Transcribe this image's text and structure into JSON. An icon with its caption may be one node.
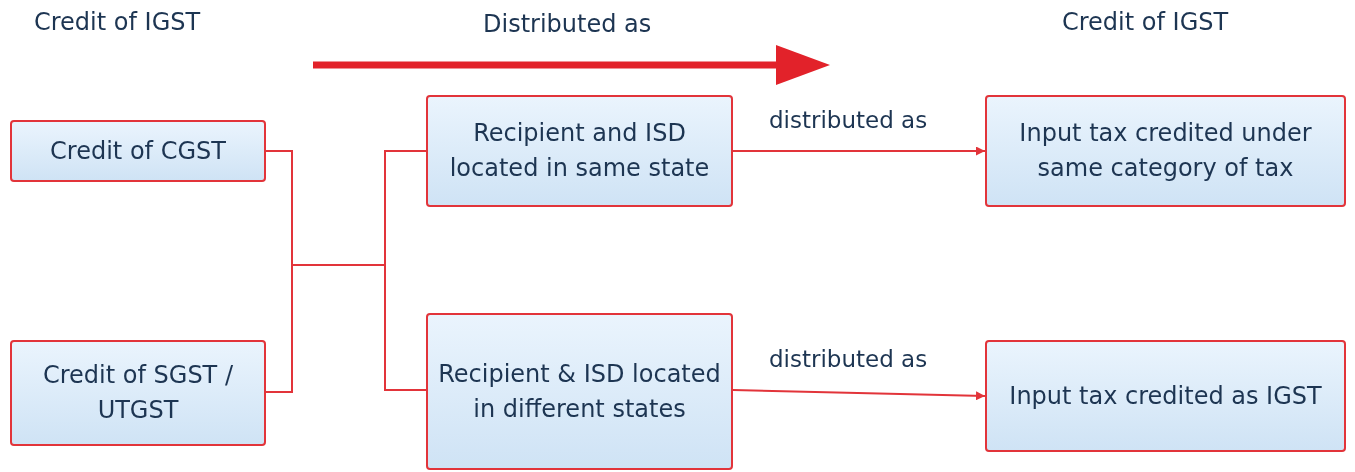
{
  "diagram": {
    "nodes": [
      {
        "text": [
          "Credit of CGST"
        ]
      },
      {
        "text": [
          "Credit of SGST / UTGST"
        ]
      },
      {
        "text": [
          "Recipient and ISD located in same state"
        ]
      },
      {
        "text": [
          "Recipient & ISD located in different states"
        ]
      },
      {
        "text": [
          "Input tax credited under same category of tax"
        ]
      },
      {
        "text": [
          "Input tax credited as IGST"
        ]
      }
    ],
    "edges": [
      {
        "from": 0,
        "to": 2,
        "arrow": "none"
      },
      {
        "from": 0,
        "to": 3,
        "arrow": "none"
      },
      {
        "from": 1,
        "to": 2,
        "arrow": "none"
      },
      {
        "from": 1,
        "to": 3,
        "arrow": "none"
      },
      {
        "from": 2,
        "to": 4,
        "arrow": "to",
        "label": "distributed as"
      },
      {
        "from": 3,
        "to": 5,
        "arrow": "to",
        "label": "distributed as"
      }
    ],
    "labels": [
      "Credit of IGST",
      "Distributed as",
      "Credit of IGST"
    ]
  }
}
